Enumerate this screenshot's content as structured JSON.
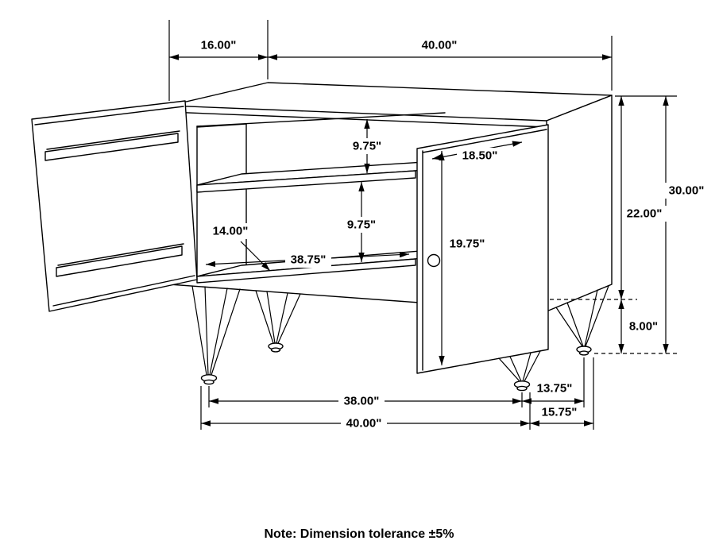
{
  "dims": {
    "top_depth": "16.00\"",
    "top_width": "40.00\"",
    "upper_shelf_gap": "9.75\"",
    "door_width": "18.50\"",
    "overall_height": "30.00\"",
    "body_height": "22.00\"",
    "interior_depth": "14.00\"",
    "lower_shelf_gap": "9.75\"",
    "interior_width": "38.75\"",
    "door_height": "19.75\"",
    "leg_height": "8.00\"",
    "feet_span_width": "38.00\"",
    "base_width": "40.00\"",
    "feet_span_depth": "13.75\"",
    "base_depth": "15.75\""
  },
  "note": "Note: Dimension tolerance ±5%",
  "colors": {
    "line": "#000000",
    "background": "#ffffff"
  }
}
